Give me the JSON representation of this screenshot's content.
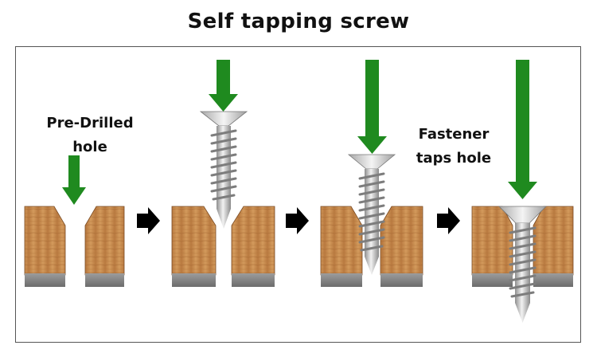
{
  "title": "Self tapping screw",
  "labels": {
    "pre_drilled": "Pre-Drilled hole",
    "fastener_taps": "Fastener taps hole"
  },
  "stages": [
    {
      "step": 1,
      "screw": "none"
    },
    {
      "step": 2,
      "screw": "above-hole"
    },
    {
      "step": 3,
      "screw": "entering-hole"
    },
    {
      "step": 4,
      "screw": "fully-seated"
    }
  ],
  "colors": {
    "push_arrow": "#1f8a1f",
    "wood": "#c98c4f",
    "wood_grain": "#a96a34",
    "metal_base": "#8a8a8a",
    "screw": "#c8c8c8",
    "step_arrow": "#000000"
  },
  "icons": [
    "green-push-arrow",
    "black-step-arrow",
    "screw",
    "wood-block"
  ]
}
